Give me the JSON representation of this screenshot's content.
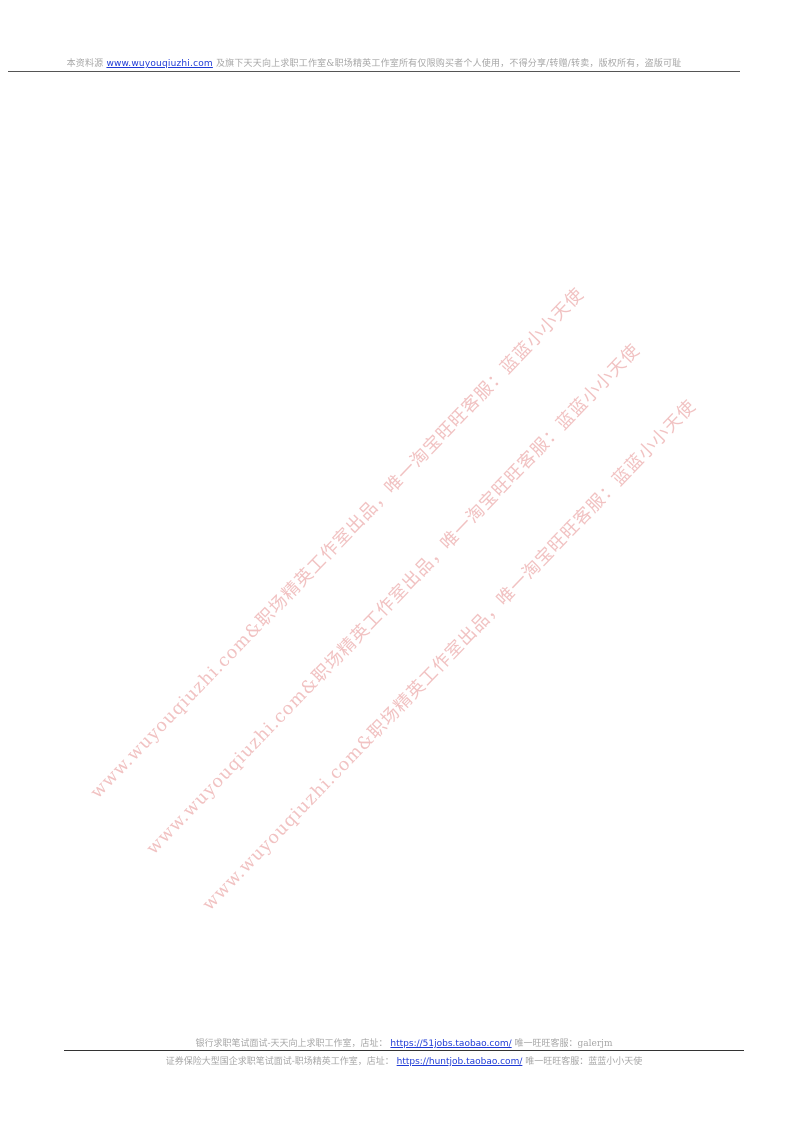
{
  "header": {
    "prefix": "本资料源",
    "link": "www.wuyouqiuzhi.com",
    "suffix": "及旗下天天向上求职工作室&职场精英工作室所有仅限购买者个人使用，不得分享/转赠/转卖，版权所有，盗版可耻"
  },
  "watermark": {
    "text": "www.wuyouqiuzhi.com&职场精英工作室出品，唯一淘宝旺旺客服：蓝蓝小小天使"
  },
  "footer": {
    "line1": {
      "prefix": "银行求职笔试面试-天天向上求职工作室，店址：",
      "link": "https://51jobs.taobao.com/",
      "suffix": "唯一旺旺客服：galerjm"
    },
    "line2": {
      "prefix": "证券保险大型国企求职笔试面试-职场精英工作室，店址：",
      "link": "https://huntjob.taobao.com/",
      "suffix": "唯一旺旺客服：蓝蓝小小天使"
    }
  }
}
